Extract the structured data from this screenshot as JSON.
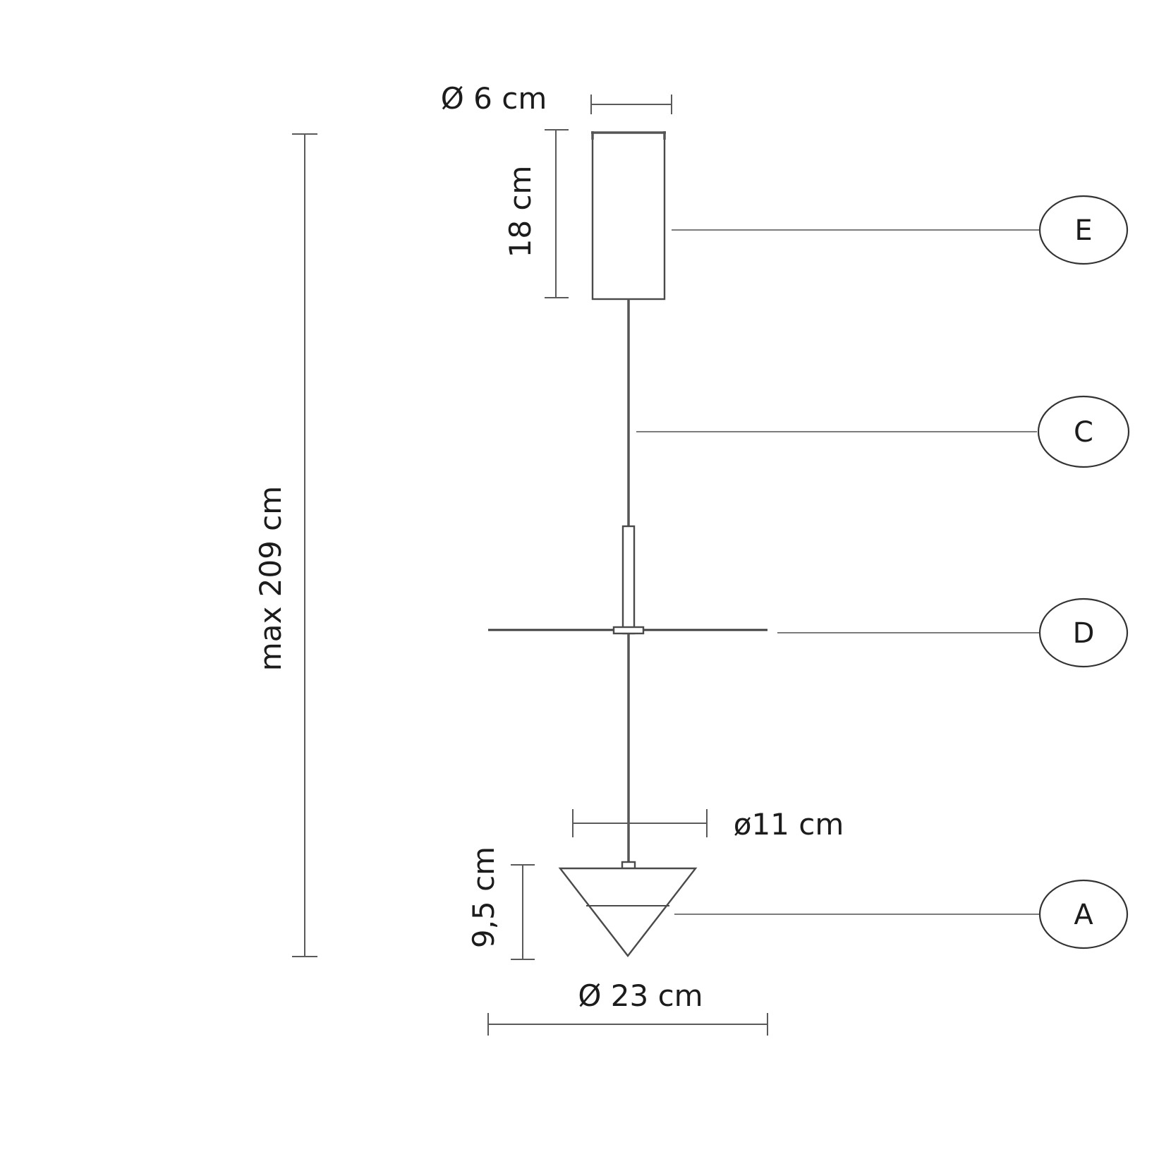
{
  "dimensions": {
    "canopy_diameter": "Ø 6 cm",
    "canopy_height": "18 cm",
    "total_height": "max 209 cm",
    "shade_top_diameter": "ø11 cm",
    "shade_height": "9,5 cm",
    "disc_diameter": "Ø 23 cm"
  },
  "callouts": {
    "canopy": "E",
    "cable": "C",
    "disc": "D",
    "shade": "A"
  }
}
